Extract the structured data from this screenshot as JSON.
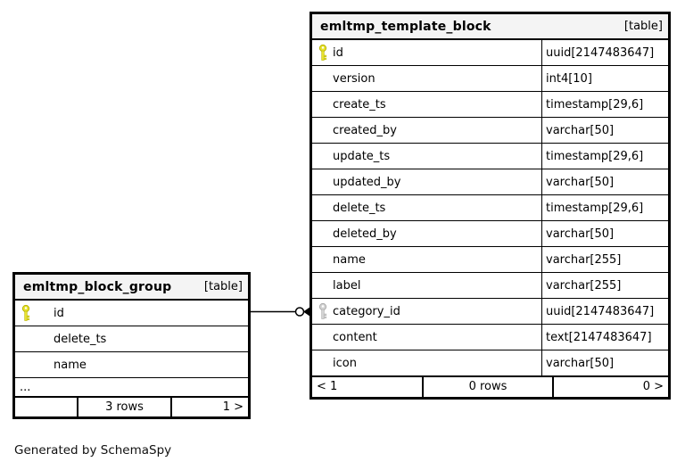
{
  "diagram": {
    "generated_by": "Generated by SchemaSpy",
    "relationship": {
      "from": "emltmp_block_group.id",
      "to": "emltmp_template_block.category_id",
      "notation": "zero-or-many (circle + crow's foot at child table)"
    }
  },
  "colors": {
    "background": "#ffffff",
    "border": "#000000",
    "header_bg": "#f4f4f4",
    "primary_key": "#e8e330",
    "foreign_key": "#d4d4d4"
  },
  "block_group": {
    "title": "emltmp_block_group",
    "badge": "[table]",
    "columns": [
      {
        "name": "id",
        "key": "primary"
      },
      {
        "name": "delete_ts",
        "key": ""
      },
      {
        "name": "name",
        "key": ""
      }
    ],
    "ellipsis": "...",
    "pager": {
      "left": "",
      "center": "3 rows",
      "right": "1 >"
    }
  },
  "template_block": {
    "title": "emltmp_template_block",
    "badge": "[table]",
    "columns": [
      {
        "name": "id",
        "type": "uuid[2147483647]",
        "key": "primary"
      },
      {
        "name": "version",
        "type": "int4[10]",
        "key": ""
      },
      {
        "name": "create_ts",
        "type": "timestamp[29,6]",
        "key": ""
      },
      {
        "name": "created_by",
        "type": "varchar[50]",
        "key": ""
      },
      {
        "name": "update_ts",
        "type": "timestamp[29,6]",
        "key": ""
      },
      {
        "name": "updated_by",
        "type": "varchar[50]",
        "key": ""
      },
      {
        "name": "delete_ts",
        "type": "timestamp[29,6]",
        "key": ""
      },
      {
        "name": "deleted_by",
        "type": "varchar[50]",
        "key": ""
      },
      {
        "name": "name",
        "type": "varchar[255]",
        "key": ""
      },
      {
        "name": "label",
        "type": "varchar[255]",
        "key": ""
      },
      {
        "name": "category_id",
        "type": "uuid[2147483647]",
        "key": "foreign"
      },
      {
        "name": "content",
        "type": "text[2147483647]",
        "key": ""
      },
      {
        "name": "icon",
        "type": "varchar[50]",
        "key": ""
      }
    ],
    "pager": {
      "left": "< 1",
      "center": "0 rows",
      "right": "0 >"
    }
  }
}
